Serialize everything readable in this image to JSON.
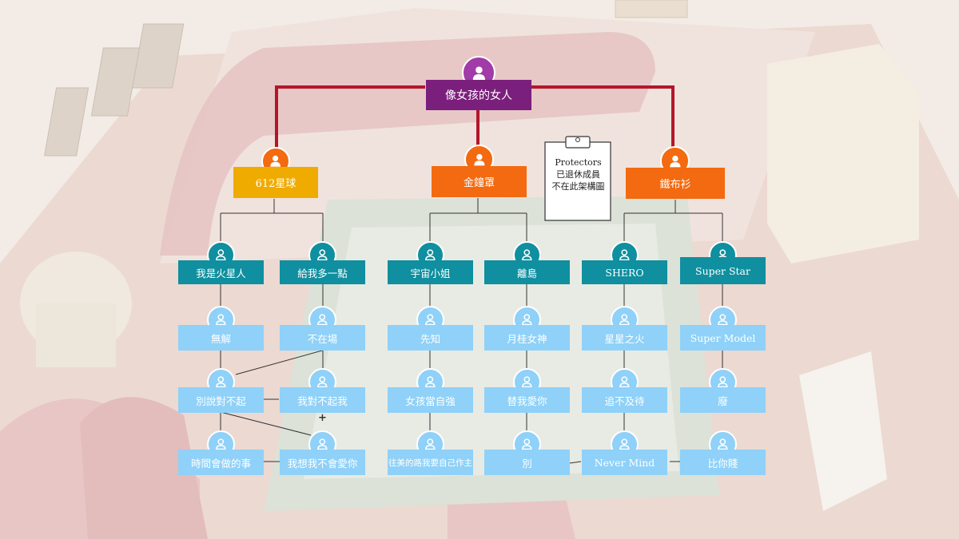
{
  "root": {
    "label": "像女孩的女人"
  },
  "groups": [
    {
      "label": "612星球",
      "color": "#f0ab00"
    },
    {
      "label": "金鐘罩",
      "color": "#f36a10"
    },
    {
      "label": "鐵布衫",
      "color": "#f36a10"
    }
  ],
  "members": [
    {
      "name": "我是火星人",
      "songs": [
        "無解",
        "別說對不起",
        "時間會做的事"
      ]
    },
    {
      "name": "給我多一點",
      "songs": [
        "不在場",
        "我對不起我",
        "我想我不會愛你"
      ]
    },
    {
      "name": "宇宙小姐",
      "songs": [
        "先知",
        "女孩當自強",
        "往美的路我要自己作主"
      ]
    },
    {
      "name": "離島",
      "songs": [
        "月桂女神",
        "替我愛你",
        "別"
      ]
    },
    {
      "name": "SHERO",
      "songs": [
        "星星之火",
        "追不及待",
        "Never Mind"
      ]
    },
    {
      "name": "Super Star",
      "songs": [
        "Super Model",
        "廢",
        "比你賤"
      ]
    }
  ],
  "note": {
    "lines": [
      "Protectors",
      "已退休成員",
      "不在此架構圖"
    ]
  },
  "plus_sign": "+",
  "icon": "person-icon",
  "colors": {
    "root": "#7b1f7c",
    "teal": "#0f8f9f",
    "light": "#8fd1f8",
    "connector": "#b3162a"
  }
}
